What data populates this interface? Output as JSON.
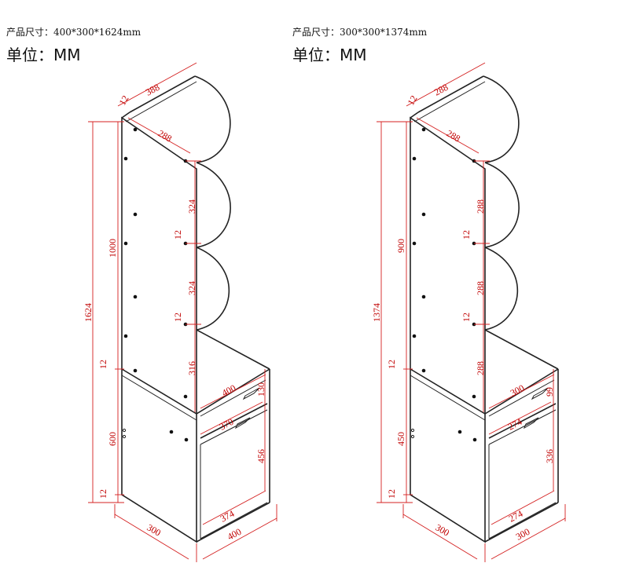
{
  "left": {
    "spec": "产品尺寸：400*300*1624mm",
    "unit": "单位：MM",
    "dims": {
      "top_thick": "12",
      "top_depth": "388",
      "shelf1": "288",
      "h_total": "1624",
      "h_upper": "1000",
      "gap1": "324",
      "t1": "12",
      "gap2": "324",
      "t2": "12",
      "gap3": "316",
      "t3": "12",
      "h_lower": "600",
      "t4": "12",
      "drawer_w": "400",
      "drawer_h": "130",
      "drawer_inner": "370",
      "door_h": "456",
      "door_w": "374",
      "base_depth": "300",
      "base_width": "400"
    }
  },
  "right": {
    "spec": "产品尺寸：300*300*1374mm",
    "unit": "单位：MM",
    "dims": {
      "top_thick": "12",
      "top_depth": "288",
      "shelf1": "288",
      "h_total": "1374",
      "h_upper": "900",
      "gap1": "288",
      "t1": "12",
      "gap2": "288",
      "t2": "12",
      "gap3": "288",
      "t3": "12",
      "h_lower": "450",
      "t4": "12",
      "drawer_w": "300",
      "drawer_h": "99",
      "drawer_inner": "274",
      "door_h": "336",
      "door_w": "274",
      "base_depth": "300",
      "base_width": "300"
    }
  }
}
